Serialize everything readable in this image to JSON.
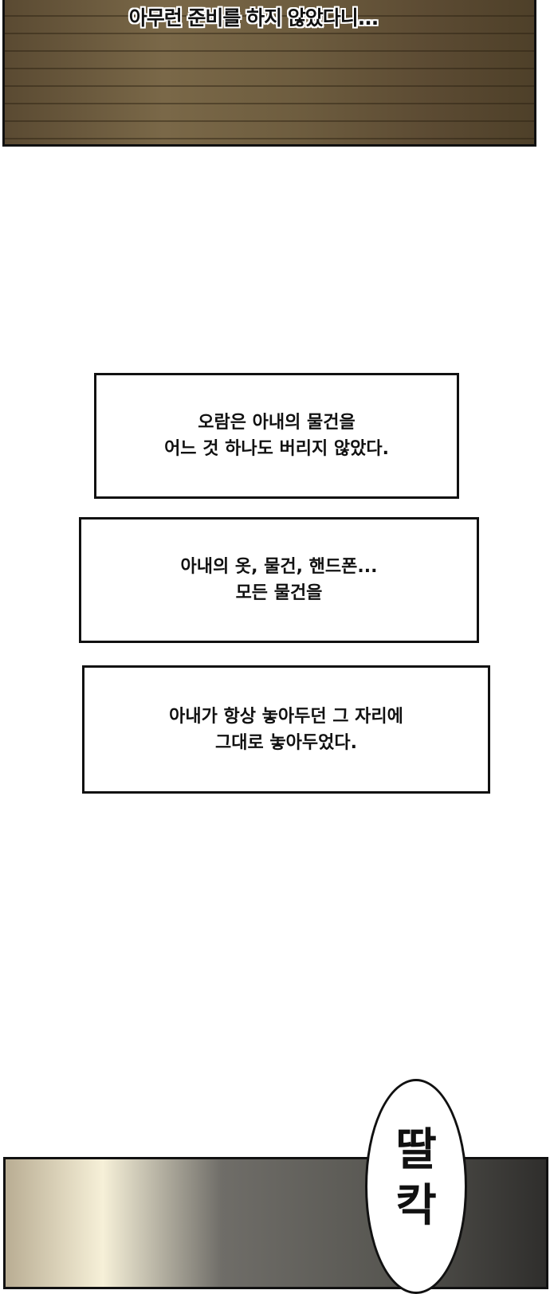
{
  "top_panel": {
    "dialogue": "아무런 준비를 하지 않았다니..."
  },
  "captions": [
    {
      "lines": [
        "오람은 아내의  물건을",
        "어느 것 하나도 버리지 않았다."
      ]
    },
    {
      "lines": [
        "아내의 옷, 물건, 핸드폰...",
        "모든  물건을"
      ]
    },
    {
      "lines": [
        "아내가 항상 놓아두던 그 자리에",
        "그대로 놓아두었다."
      ]
    }
  ],
  "sfx": {
    "chars": [
      "딸",
      "칵"
    ]
  }
}
